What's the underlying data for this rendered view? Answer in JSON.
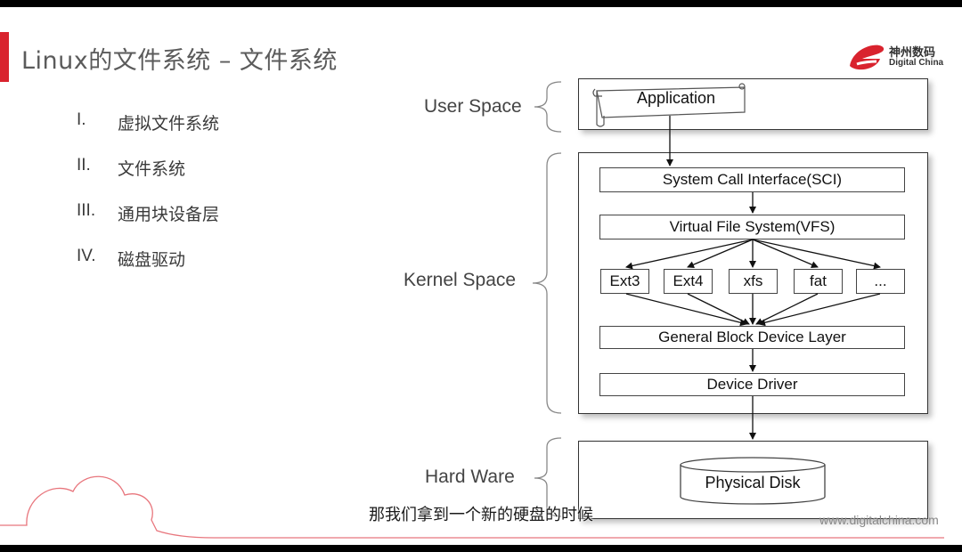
{
  "title": "Linux的文件系统 – 文件系统",
  "logo": {
    "cn": "神州数码",
    "en": "Digital China"
  },
  "toc": [
    {
      "num": "I.",
      "text": "虚拟文件系统"
    },
    {
      "num": "II.",
      "text": "文件系统"
    },
    {
      "num": "III.",
      "text": "通用块设备层"
    },
    {
      "num": "IV.",
      "text": "磁盘驱动"
    }
  ],
  "diagram": {
    "user_space": "User Space",
    "kernel_space": "Kernel Space",
    "hard_ware": "Hard Ware",
    "application": "Application",
    "sci": "System Call Interface(SCI)",
    "vfs": "Virtual File System(VFS)",
    "filesystems": [
      "Ext3",
      "Ext4",
      "xfs",
      "fat",
      "..."
    ],
    "block_layer": "General Block Device Layer",
    "device_driver": "Device Driver",
    "physical_disk": "Physical Disk"
  },
  "subtitle": "那我们拿到一个新的硬盘的时候",
  "website": "www.digitalchina.com",
  "colors": {
    "accent": "#d9232e",
    "text": "#3a3a3a"
  }
}
